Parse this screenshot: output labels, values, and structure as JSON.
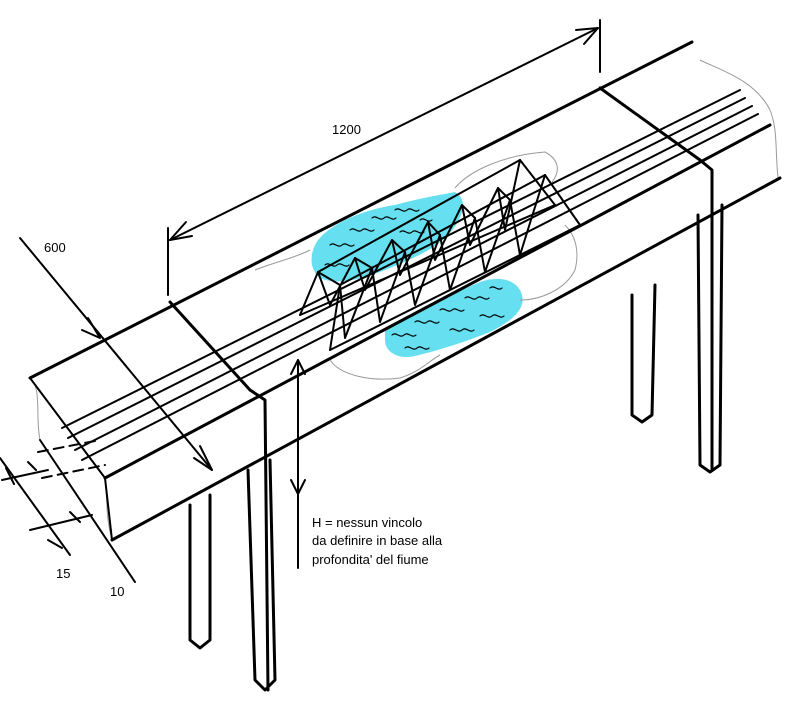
{
  "dimensions": {
    "length": "1200",
    "width": "600",
    "dim_a": "15",
    "dim_b": "10"
  },
  "annotation": {
    "line1": "H = nessun vincolo",
    "line2": "da definire in base alla",
    "line3": "profondita' del fiume"
  },
  "colors": {
    "water": "#66e0f0",
    "ink": "#000000",
    "ground": "#9a9a9a"
  }
}
